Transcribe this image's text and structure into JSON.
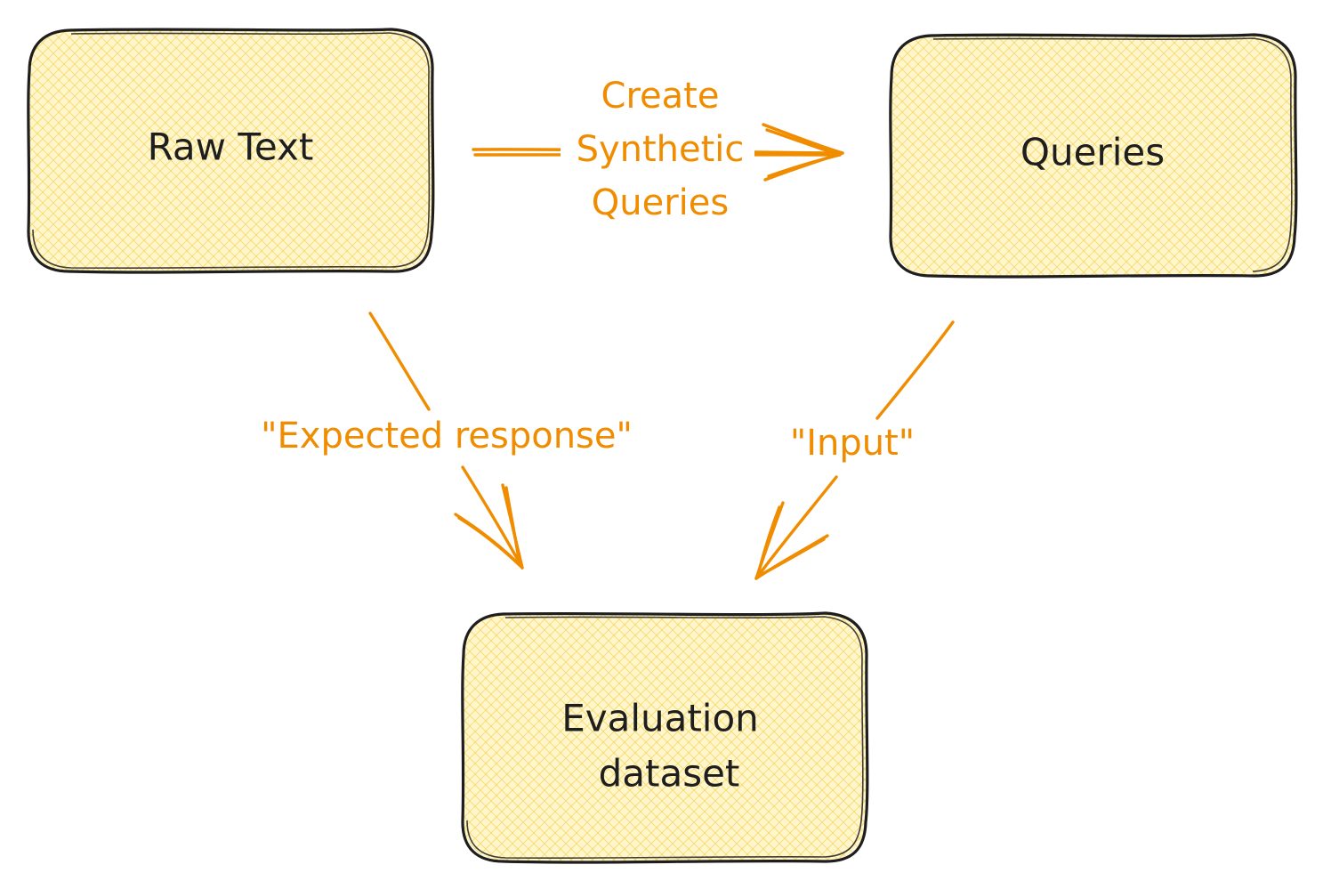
{
  "colors": {
    "node_fill": "#ffec99",
    "node_stroke": "#1e1e1e",
    "edge": "#f08c00",
    "background": "#ffffff"
  },
  "nodes": {
    "raw_text": {
      "label": "Raw Text"
    },
    "queries": {
      "label": "Queries"
    },
    "evaluation_dataset": {
      "label_line1": "Evaluation",
      "label_line2": "dataset"
    }
  },
  "edges": {
    "create_synthetic_queries": {
      "from": "Raw Text",
      "to": "Queries",
      "label_line1": "Create",
      "label_line2": "Synthetic",
      "label_line3": "Queries"
    },
    "expected_response": {
      "from": "Raw Text",
      "to": "Evaluation dataset",
      "label": "\"Expected response\""
    },
    "input": {
      "from": "Queries",
      "to": "Evaluation dataset",
      "label": "\"Input\""
    }
  }
}
